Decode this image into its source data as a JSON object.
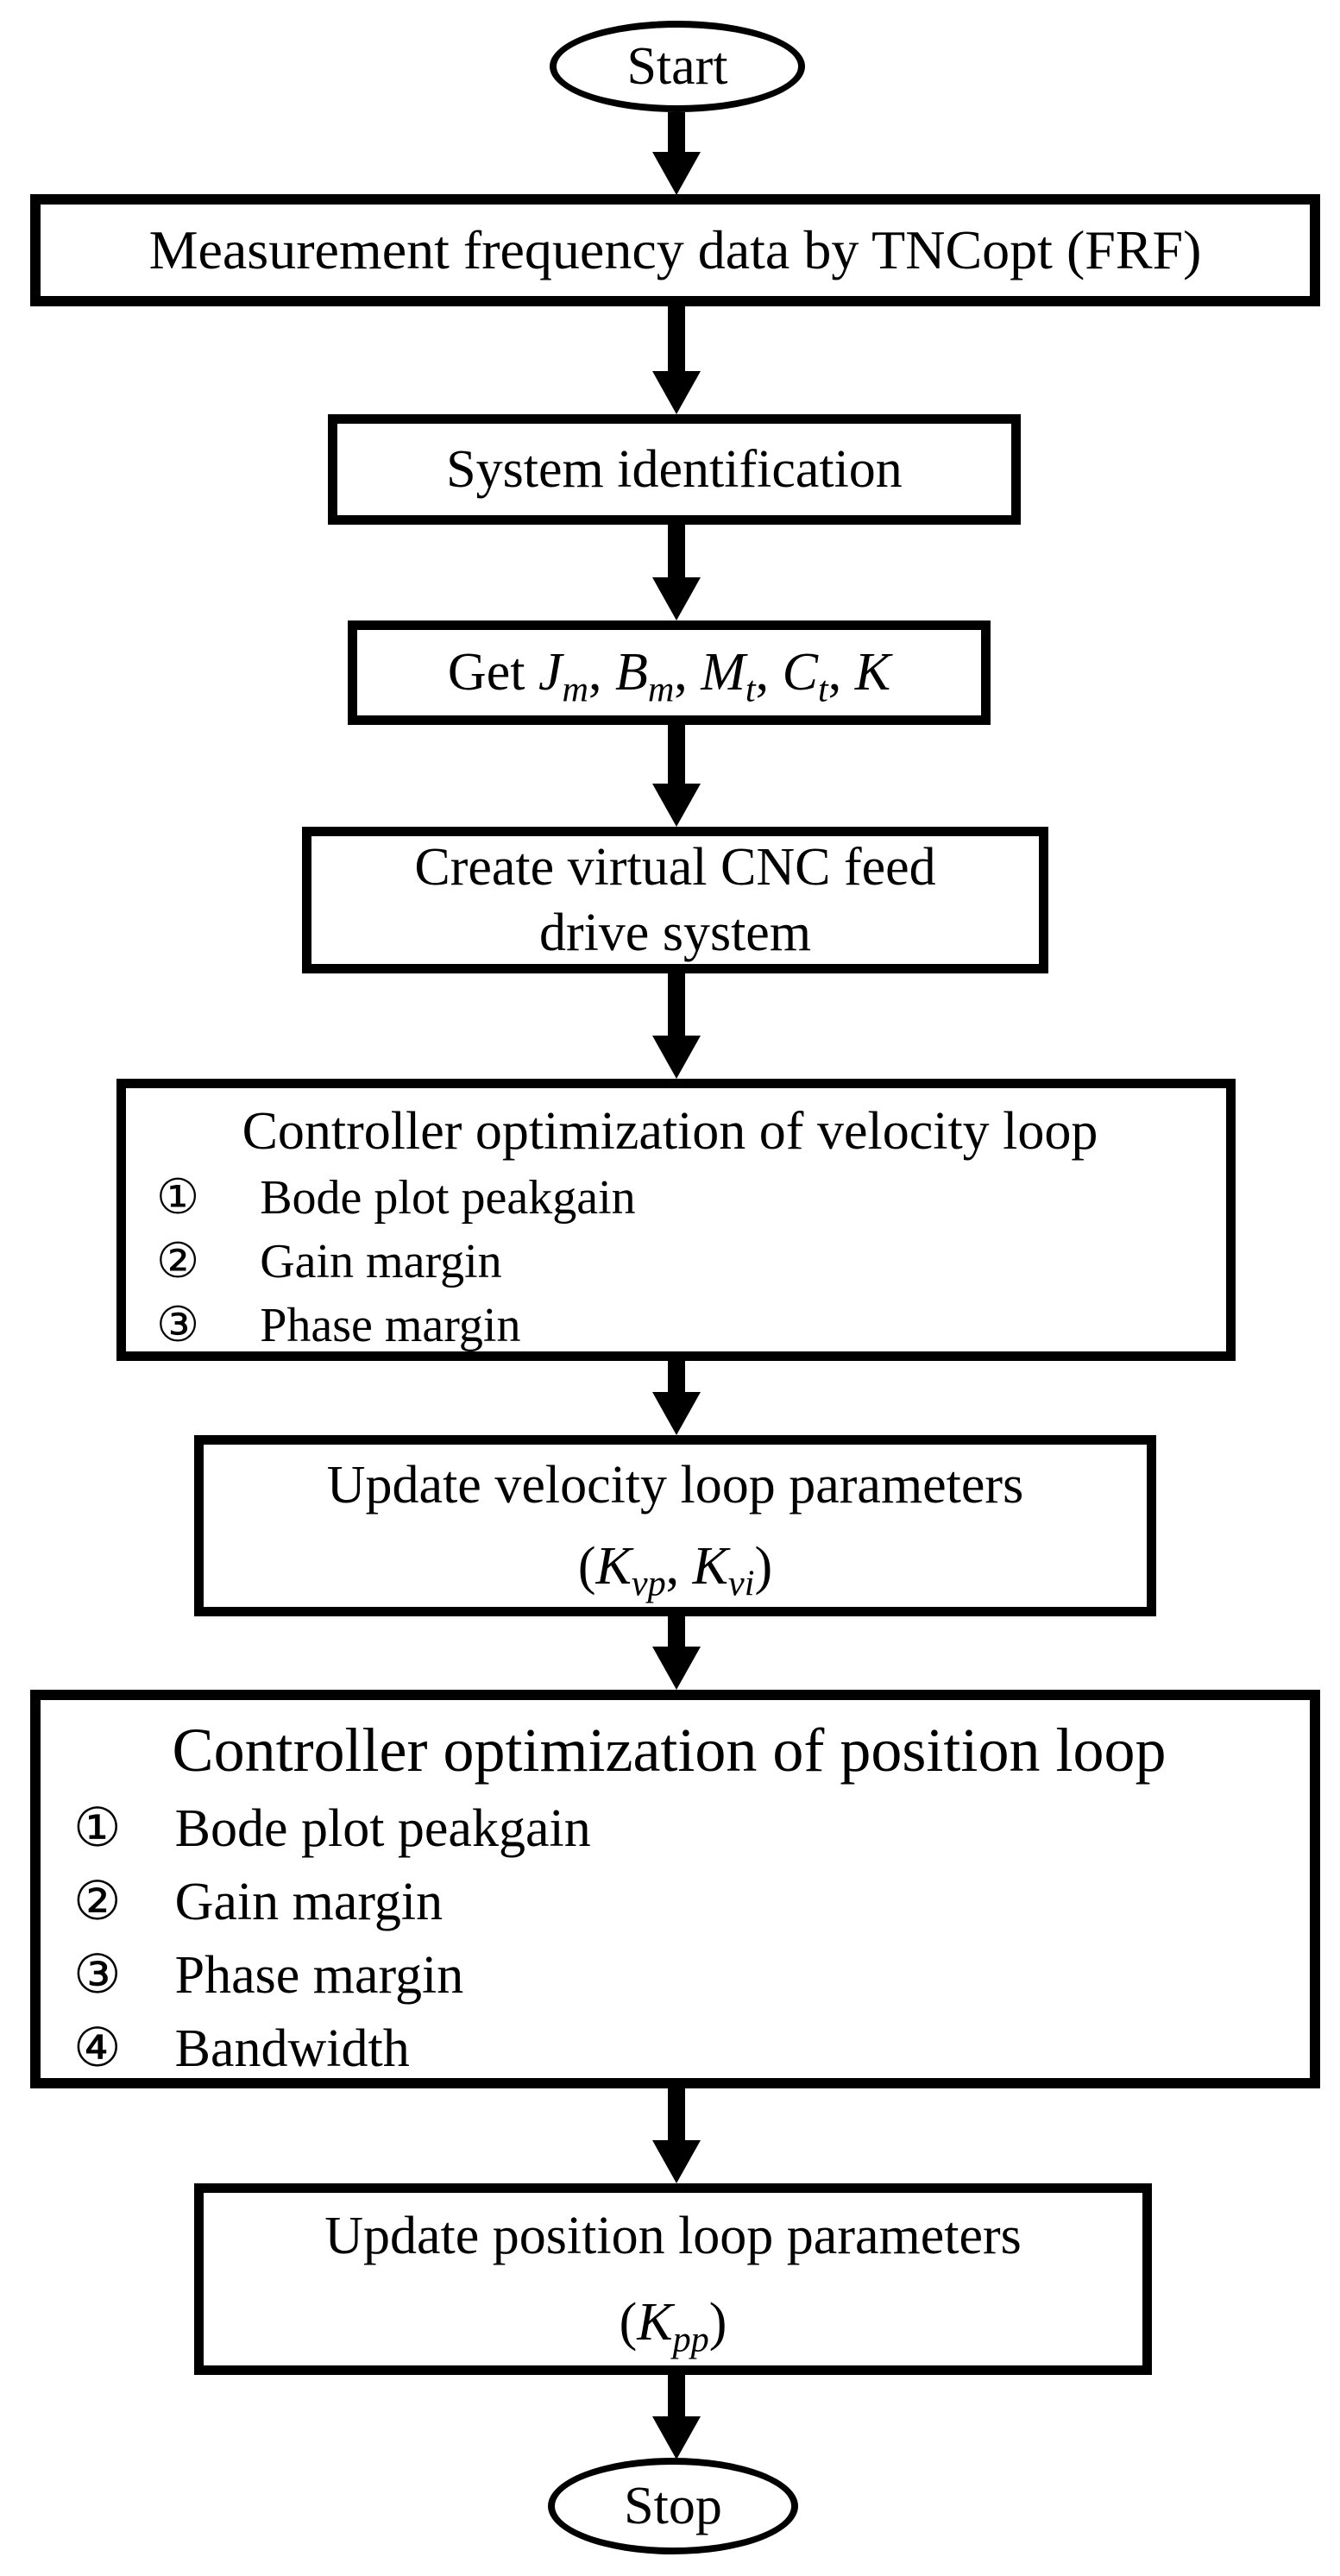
{
  "colors": {
    "ink": "#000000",
    "background": "#ffffff"
  },
  "flowchart": {
    "start": {
      "label": "Start"
    },
    "measurement": {
      "text": "Measurement frequency data by TNCopt (FRF)"
    },
    "system_identification": {
      "text": "System identification"
    },
    "get_parameters": {
      "segments": [
        {
          "t": "Get "
        },
        {
          "t": "J",
          "i": true
        },
        {
          "t": "m",
          "i": true,
          "s": true
        },
        {
          "t": ", "
        },
        {
          "t": "B",
          "i": true
        },
        {
          "t": "m",
          "i": true,
          "s": true
        },
        {
          "t": ", "
        },
        {
          "t": "M",
          "i": true
        },
        {
          "t": "t",
          "i": true,
          "s": true
        },
        {
          "t": ", "
        },
        {
          "t": "C",
          "i": true
        },
        {
          "t": "t",
          "i": true,
          "s": true
        },
        {
          "t": ", "
        },
        {
          "t": "K",
          "i": true
        }
      ]
    },
    "create_virtual": {
      "line1": "Create virtual CNC feed",
      "line2": "drive system"
    },
    "velocity_optimization": {
      "title": "Controller optimization of velocity loop",
      "items": [
        {
          "num": "①",
          "label": "Bode plot peakgain"
        },
        {
          "num": "②",
          "label": "Gain margin"
        },
        {
          "num": "③",
          "label": "Phase margin"
        }
      ]
    },
    "velocity_update": {
      "line1": "Update velocity loop parameters",
      "segments": [
        {
          "t": "("
        },
        {
          "t": "K",
          "i": true
        },
        {
          "t": "vp",
          "i": true,
          "s": true
        },
        {
          "t": ", "
        },
        {
          "t": "K",
          "i": true
        },
        {
          "t": "vi",
          "i": true,
          "s": true
        },
        {
          "t": ")"
        }
      ]
    },
    "position_optimization": {
      "title": "Controller optimization of position loop",
      "items": [
        {
          "num": "①",
          "label": "Bode plot peakgain"
        },
        {
          "num": "②",
          "label": "Gain margin"
        },
        {
          "num": "③",
          "label": "Phase margin"
        },
        {
          "num": "④",
          "label": "Bandwidth"
        }
      ]
    },
    "position_update": {
      "line1": "Update position loop parameters",
      "segments": [
        {
          "t": "("
        },
        {
          "t": "K",
          "i": true
        },
        {
          "t": "pp",
          "i": true,
          "s": true
        },
        {
          "t": ")"
        }
      ]
    },
    "stop": {
      "label": "Stop"
    }
  }
}
